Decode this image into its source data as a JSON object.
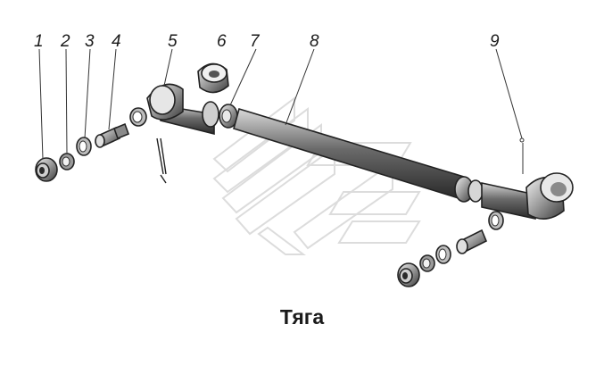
{
  "caption": "Тяга",
  "labels": [
    "1",
    "2",
    "3",
    "4",
    "5",
    "6",
    "7",
    "8",
    "9"
  ]
}
